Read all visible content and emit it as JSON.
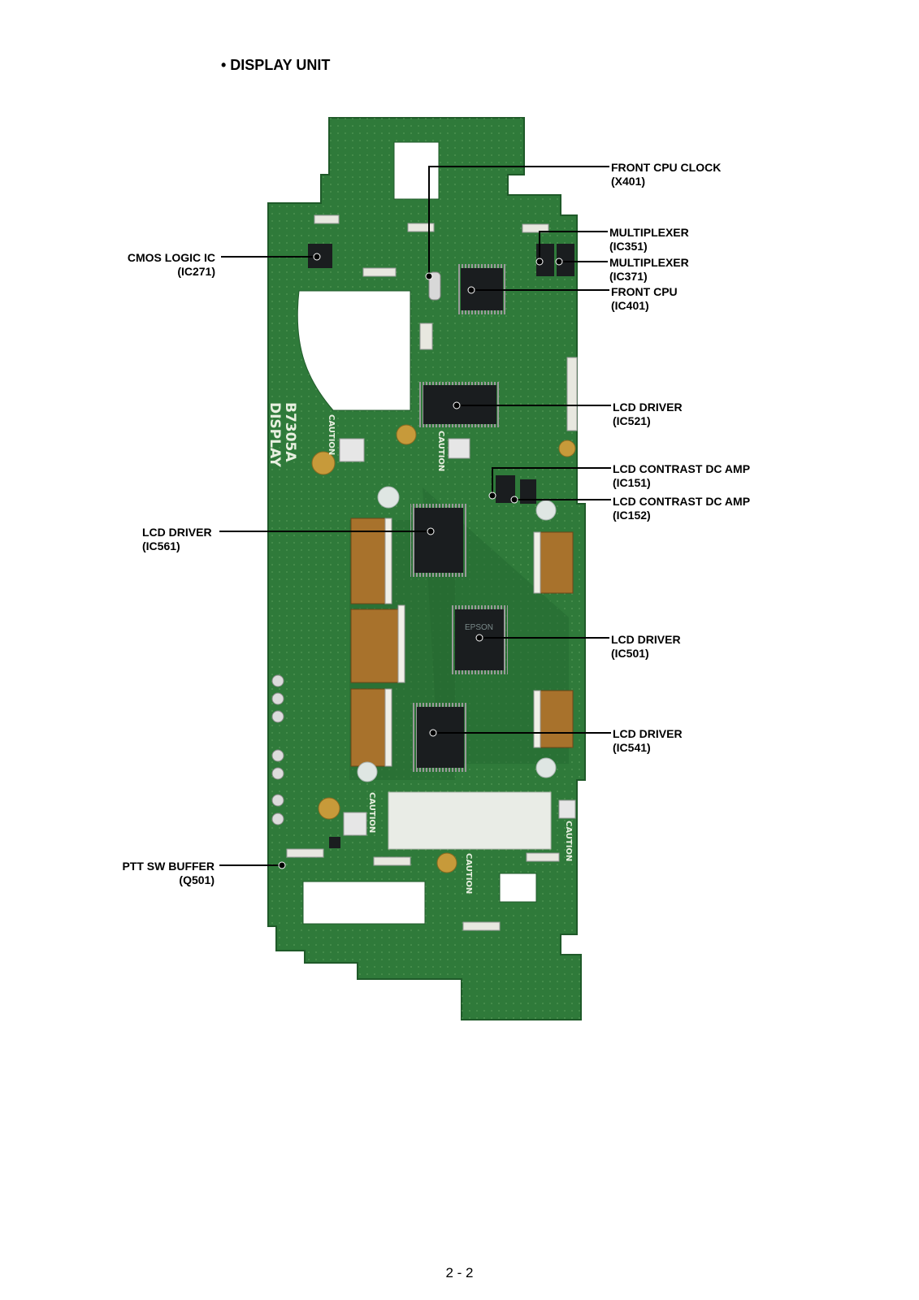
{
  "title": "• DISPLAY UNIT",
  "board_silkscreen": {
    "board_name": "B7305A",
    "board_sub": "DISPLAY",
    "caution": "CAUTION",
    "chip_mark": "EPSON"
  },
  "callouts": {
    "x401": {
      "name": "FRONT CPU CLOCK",
      "ref": "(X401)"
    },
    "ic351": {
      "name": "MULTIPLEXER",
      "ref": "(IC351)"
    },
    "ic371": {
      "name": "MULTIPLEXER",
      "ref": "(IC371)"
    },
    "ic401": {
      "name": "FRONT CPU",
      "ref": "(IC401)"
    },
    "ic271": {
      "name": "CMOS LOGIC IC",
      "ref": "(IC271)"
    },
    "ic521": {
      "name": "LCD DRIVER",
      "ref": "(IC521)"
    },
    "ic151": {
      "name": "LCD CONTRAST DC AMP",
      "ref": "(IC151)"
    },
    "ic152": {
      "name": "LCD CONTRAST DC AMP",
      "ref": "(IC152)"
    },
    "ic561": {
      "name": "LCD DRIVER",
      "ref": "(IC561)"
    },
    "ic501": {
      "name": "LCD DRIVER",
      "ref": "(IC501)"
    },
    "ic541": {
      "name": "LCD DRIVER",
      "ref": "(IC541)"
    },
    "q501": {
      "name": "PTT SW BUFFER",
      "ref": "(Q501)"
    }
  },
  "page_number": "2 - 2",
  "colors": {
    "pcb": "#2f7a3a",
    "pcb_dark": "#1f5a29",
    "chip": "#1a1d1f",
    "connector": "#e8e8e0",
    "flex": "#a8722c",
    "shield": "#e9ece6"
  }
}
